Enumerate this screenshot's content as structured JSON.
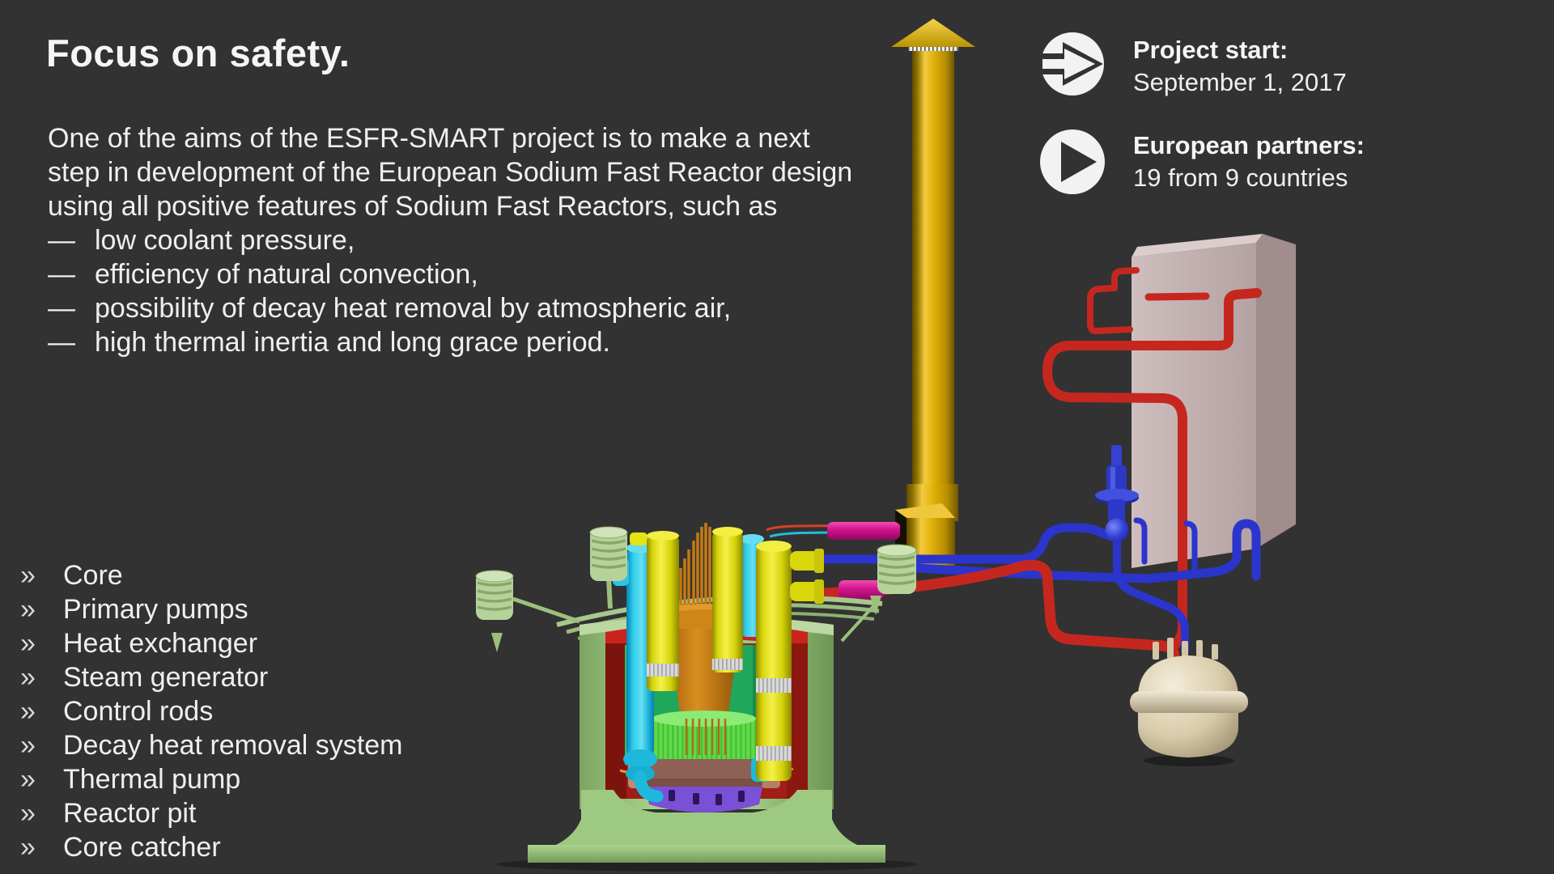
{
  "slide": {
    "background_color": "#323232",
    "text_color": "#f2f2f2",
    "title": "Focus on safety.",
    "intro_lines": [
      "One of the aims of the ESFR-SMART project is to make a next",
      "step in development of the European Sodium Fast Reactor design",
      "using all positive features of Sodium Fast Reactors, such as"
    ],
    "glyphs": {
      "dash": "—",
      "chevron": "»"
    },
    "features": [
      "low coolant pressure,",
      "efficiency of natural convection,",
      "possibility of decay heat removal by atmospheric air,",
      "high thermal inertia and long grace period."
    ],
    "components": [
      "Core",
      "Primary pumps",
      "Heat exchanger",
      "Steam generator",
      "Control rods",
      "Decay heat removal system",
      "Thermal pump",
      "Reactor pit",
      "Core catcher"
    ],
    "facts": [
      {
        "icon": "arrow-right-circle-icon",
        "label": "Project start:",
        "value": "September 1, 2017"
      },
      {
        "icon": "play-circle-icon",
        "label": "European partners:",
        "value": "19 from 9 countries"
      }
    ],
    "illustration": {
      "description": "3D cutaway render of the ESFR sodium fast reactor: reactor vessel with core, pumps and heat exchangers, yellow exhaust chimney, red and blue sodium piping, steam generator building and expansion tank",
      "colors": {
        "chimney_gold": "#dfae04",
        "column_yellow": "#e3e012",
        "pump_cyan": "#1ec1e6",
        "vessel_green": "#9dc981",
        "core_bright_green": "#61d94b",
        "internals_green": "#1fa85c",
        "liner_red": "#c9241c",
        "pipe_red": "#c5271f",
        "pipe_blue": "#2b35cc",
        "coupling_magenta": "#d6158f",
        "core_orange": "#cf8518",
        "core_catcher_purple": "#7a50d6",
        "building_mauve": "#c2b0b0",
        "tank_beige": "#d8cbaa",
        "coil_pale_green": "#b6d29a"
      }
    }
  }
}
